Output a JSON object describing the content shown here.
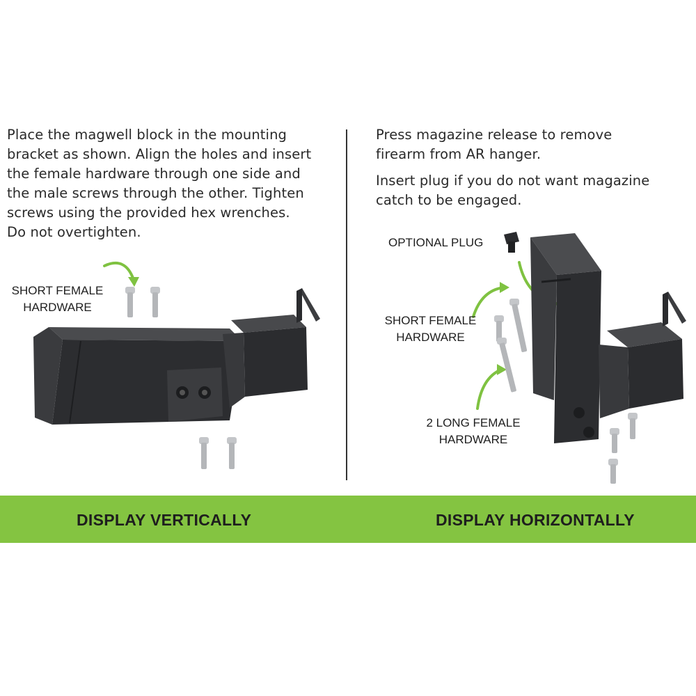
{
  "left": {
    "instructions": "Place the magwell block in the mounting\nbracket as shown. Align the holes and insert\nthe female hardware through one side and\nthe male screws through the other. Tighten\nscrews using the provided hex wrenches.\nDo not overtighten.",
    "label_short_female": "SHORT FEMALE\nHARDWARE",
    "banner": "DISPLAY VERTICALLY"
  },
  "right": {
    "instructions_1": "Press magazine release to remove\nfirearm from AR hanger.",
    "instructions_2": "Insert plug if you do not want magazine\ncatch to be engaged.",
    "label_optional_plug": "OPTIONAL PLUG",
    "label_short_female": "SHORT FEMALE\nHARDWARE",
    "label_long_female": "2 LONG FEMALE\nHARDWARE",
    "banner": "DISPLAY HORIZONTALLY"
  },
  "colors": {
    "banner_green": "#84c441",
    "arrow_green": "#7fc241",
    "part_dark": "#2b2c2e",
    "screw_gray": "#b9bbbe"
  }
}
